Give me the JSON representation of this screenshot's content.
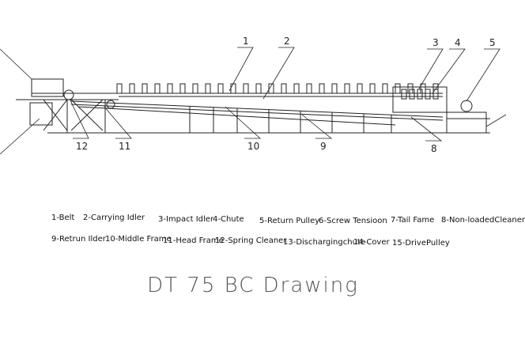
{
  "callouts": [
    "1",
    "2",
    "3",
    "4",
    "5",
    "12",
    "11",
    "10",
    "9",
    "8"
  ],
  "legend": {
    "row1": [
      "1-Belt",
      "2-Carrying Idler",
      "3-Impact Idler",
      "4-Chute",
      "5-Return Pulley",
      "6-Screw Tensioon",
      "7-Tail Fame",
      "8-Non-loadedCleaner"
    ],
    "row2": [
      "9-Retrun Ilder",
      "10-Middle Frame",
      "11-Head Frame",
      "12-Spring Cleaner",
      "13-Dischargingchute",
      "14-Cover",
      "15-DrivePulley"
    ]
  },
  "title": "DT 75 BC Drawing",
  "colors": {
    "line": "#222222",
    "title": "#555555"
  }
}
